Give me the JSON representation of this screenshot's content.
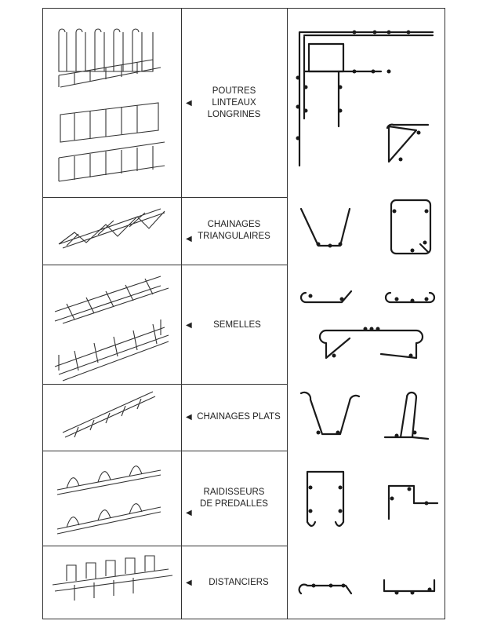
{
  "rows": [
    {
      "id": "poutres",
      "label": "POUTRES\nLINTEAUX\nLONGRINES",
      "icon": "left-pointer-icon"
    },
    {
      "id": "chainages-triangulaires",
      "label": "CHAINAGES\nTRIANGULAIRES",
      "icon": "left-pointer-icon"
    },
    {
      "id": "semelles",
      "label": "SEMELLES",
      "icon": "left-pointer-icon"
    },
    {
      "id": "chainages-plats",
      "label": "CHAINAGES PLATS",
      "icon": "left-pointer-icon"
    },
    {
      "id": "raidisseurs",
      "label": "RAIDISSEURS\nDE PREDALLES",
      "icon": "left-pointer-icon"
    },
    {
      "id": "distanciers",
      "label": "DISTANCIERS",
      "icon": "left-pointer-icon"
    }
  ],
  "arrow_glyph": "◀"
}
